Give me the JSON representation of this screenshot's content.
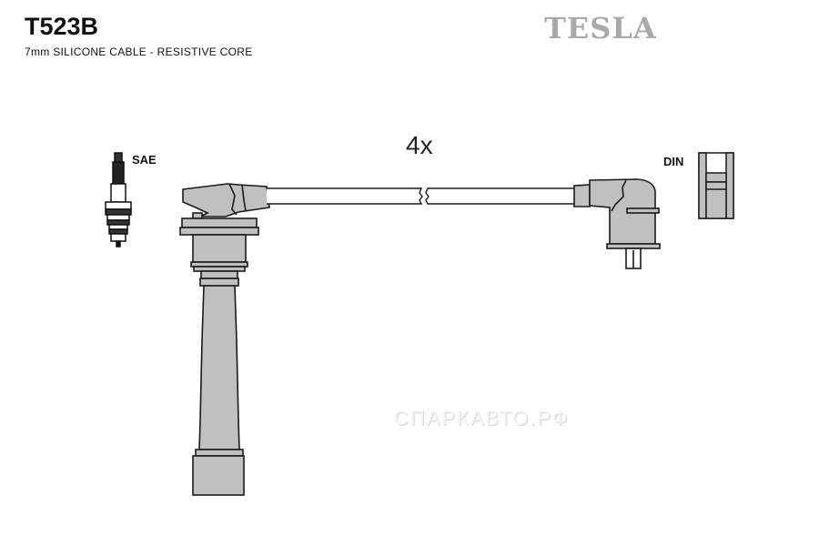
{
  "header": {
    "part_number": "T523B",
    "description": "7mm SILICONE CABLE - RESISTIVE CORE",
    "brand": "TESLA"
  },
  "diagram": {
    "quantity_label": "4x",
    "left_terminal_label": "SAE",
    "right_terminal_label": "DIN",
    "colors": {
      "part_fill": "#c0c0c0",
      "outline": "#1a1a1a",
      "brand_gray": "#a9a9a9"
    }
  },
  "watermark": {
    "text": "СПАРКАВТО.РФ"
  }
}
